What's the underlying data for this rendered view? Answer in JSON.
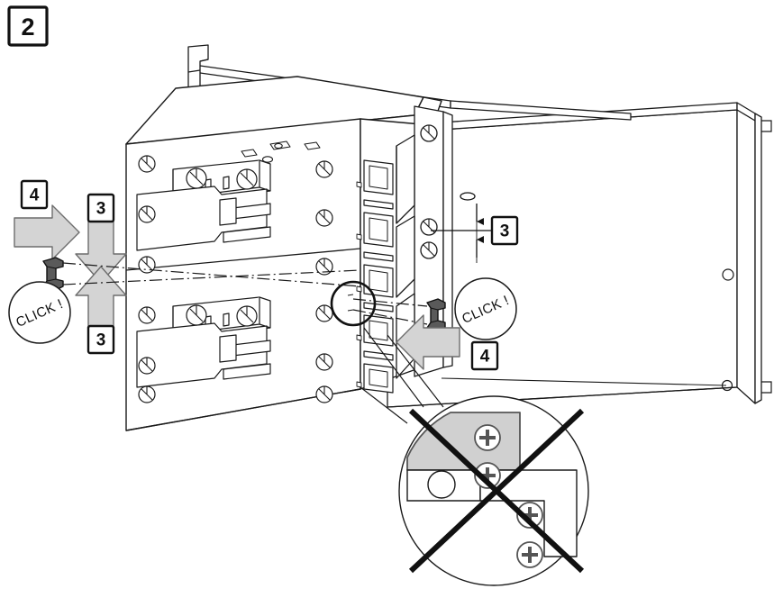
{
  "figure": {
    "title": "Rack mounting installation step diagram",
    "step_number": "2",
    "type": "technical-line-drawing",
    "background_color": "#ffffff",
    "line_color": "#1a1a1a",
    "arrow_fill_color": "#d4d4d4",
    "arrow_stroke_color": "#5a5a5a",
    "detail_fill_color": "#d0d0d0",
    "clip_fill_color": "#4a4a4a"
  },
  "labels": {
    "step_box": "2",
    "left_push_label": "4",
    "left_squeeze_top_label": "3",
    "left_squeeze_bottom_label": "3",
    "right_dimension_label": "3",
    "right_push_label": "4",
    "click_left": "CLICK !",
    "click_right": "CLICK !"
  },
  "callouts": [
    {
      "name": "step-number",
      "text": "2",
      "position": "top-left"
    },
    {
      "name": "left-insert-arrow",
      "text": "4",
      "direction": "right",
      "position": "left"
    },
    {
      "name": "left-squeeze-down-arrow",
      "text": "3",
      "direction": "down",
      "position": "left"
    },
    {
      "name": "left-squeeze-up-arrow",
      "text": "3",
      "direction": "up",
      "position": "left"
    },
    {
      "name": "left-click-indicator",
      "text": "CLICK !",
      "position": "left"
    },
    {
      "name": "right-dimension-callout",
      "text": "3",
      "position": "right"
    },
    {
      "name": "right-click-indicator",
      "text": "CLICK !",
      "position": "right"
    },
    {
      "name": "right-insert-arrow",
      "text": "4",
      "direction": "left",
      "position": "right"
    }
  ],
  "detail_view": {
    "name": "incorrect-mounting-detail",
    "marked_incorrect": true,
    "shape": "circle",
    "screw_count": 4,
    "screw_type": "phillips-cross",
    "shaded_bracket": true
  },
  "device": {
    "name": "stacked-module-assembly",
    "modules": 2,
    "connector_windows": 6,
    "screw_count_front": 8,
    "rail_screws": 3
  },
  "panel": {
    "name": "rack-mounting-panel",
    "mounting_holes": 2,
    "edge_slots": 2
  }
}
